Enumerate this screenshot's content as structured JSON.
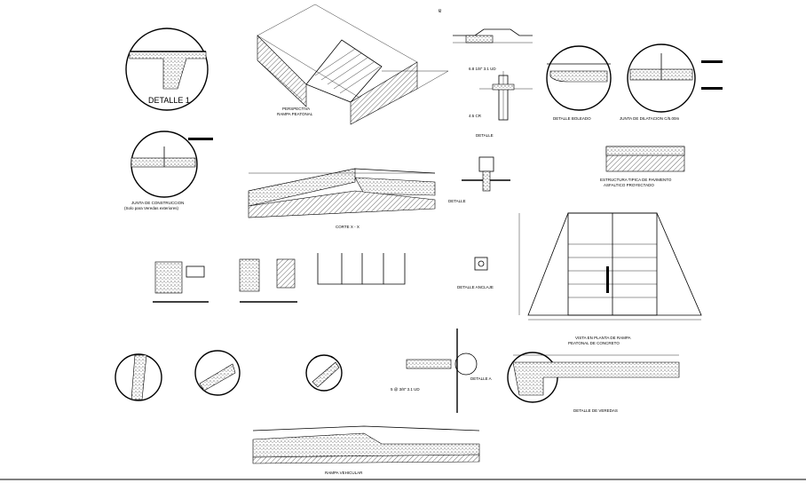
{
  "sheet": {
    "detail_1": "DETALLE 1",
    "perspective": [
      "PERSPECTIVA",
      "RAMPA PEATONAL"
    ],
    "detalle_boleado": "DETALLE BOLEADO",
    "junta_dilatacion": "JUNTA DE DILATACION C/5.00m",
    "junta_construccion": [
      "JUNTA DE CONSTRUCCION",
      "(Solo para Veredas exteriores)"
    ],
    "corte_x": "CORTE X - X",
    "estructura": [
      "ESTRUCTURA TIPICA DE PAVIMENTO",
      "ASFALTICO PROYECTADO"
    ],
    "vista_planta": [
      "VISTA EN PLANTA DE RAMPA",
      "PEATONAL DE CONCRETO"
    ],
    "detalle_a": "DETALLE A",
    "detalle_veredas": "DETALLE DE VEREDAS",
    "rampa_vehicular": "RAMPA VEHICULAR",
    "dim_note": "5 @ 3/8\" 3.1 UD"
  }
}
